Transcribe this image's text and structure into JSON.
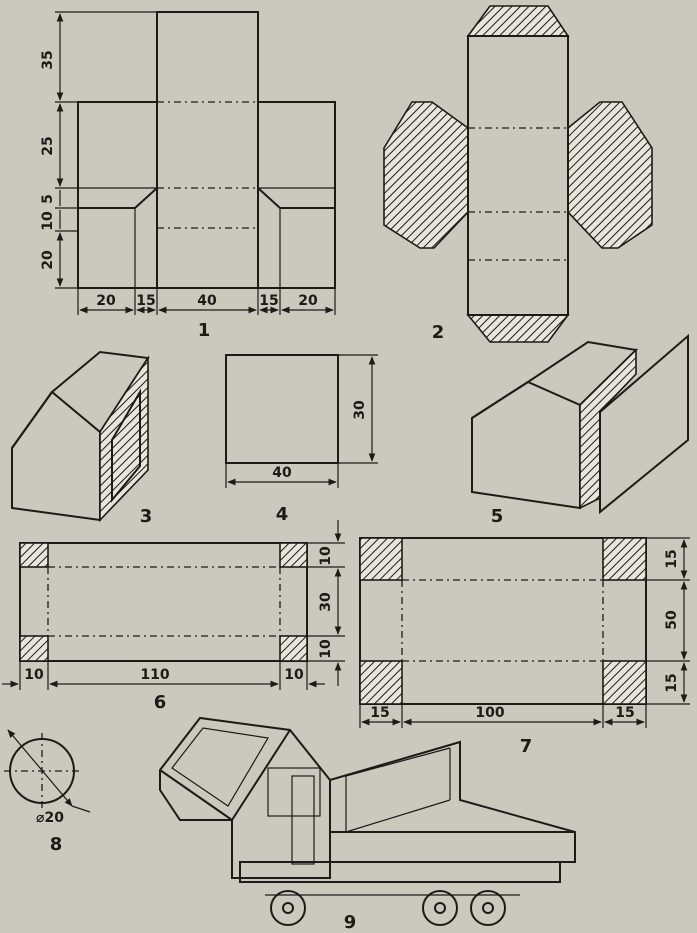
{
  "colors": {
    "paper": "#cbc8bd",
    "ink": "#1d1b18"
  },
  "figures": {
    "f1": {
      "label": "1",
      "dims": {
        "top": "35",
        "upper": "25",
        "a": "5",
        "b": "10",
        "lower": "20",
        "w1": "20",
        "w2": "15",
        "w3": "40",
        "w4": "15",
        "w5": "20"
      }
    },
    "f2": {
      "label": "2"
    },
    "f3": {
      "label": "3"
    },
    "f4": {
      "label": "4",
      "dims": {
        "height": "30",
        "width": "40"
      }
    },
    "f5": {
      "label": "5"
    },
    "f6": {
      "label": "6",
      "dims": {
        "top": "10",
        "mid": "30",
        "bottom": "10",
        "left": "10",
        "center": "110",
        "right": "10"
      }
    },
    "f7": {
      "label": "7",
      "dims": {
        "top": "15",
        "mid": "50",
        "bottom": "15",
        "left": "15",
        "center": "100",
        "right": "15"
      }
    },
    "f8": {
      "label": "8",
      "dims": {
        "diameter": "⌀20"
      }
    },
    "f9": {
      "label": "9"
    }
  }
}
